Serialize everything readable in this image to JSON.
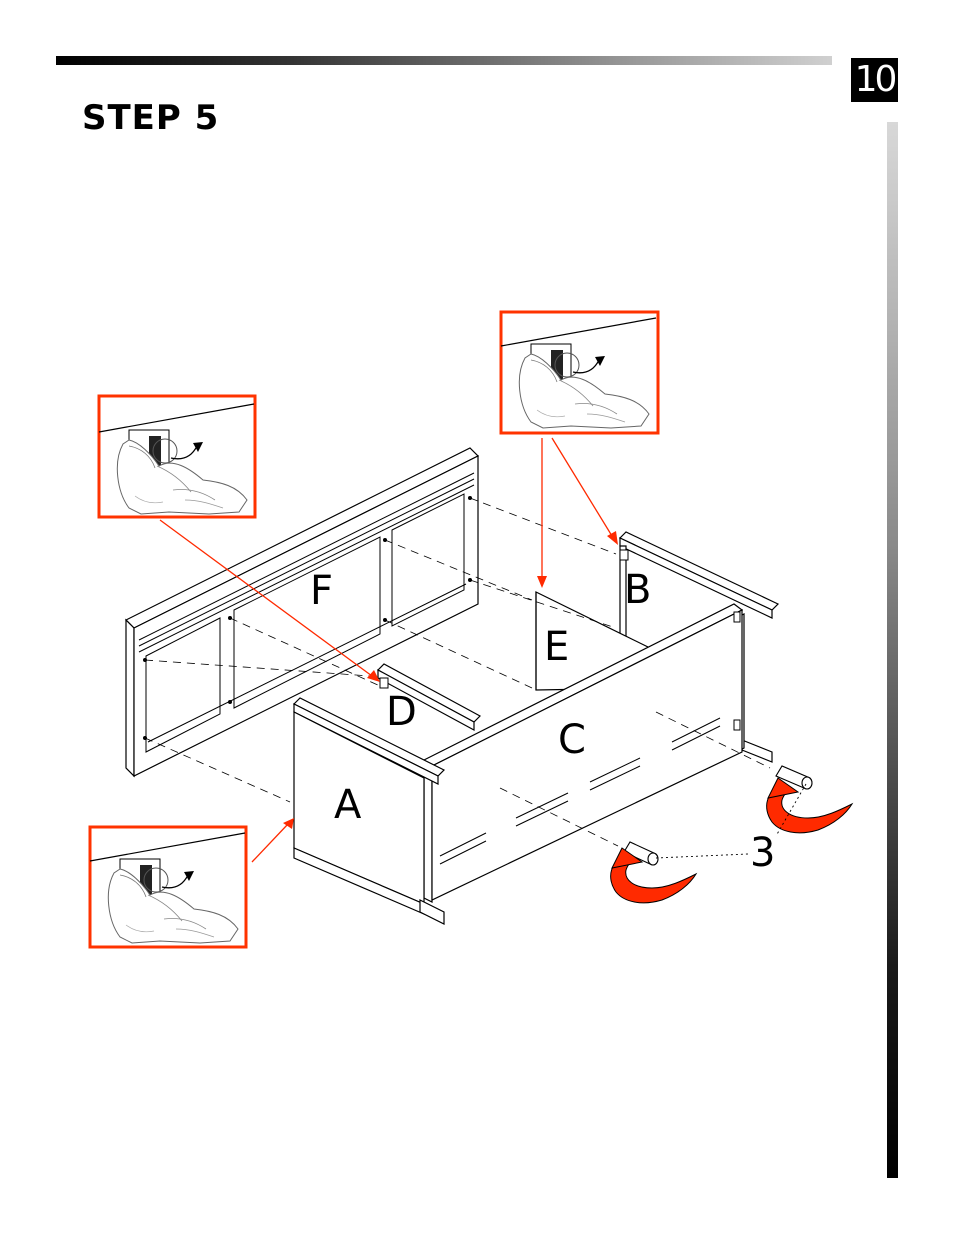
{
  "page": {
    "number": "10",
    "title": "STEP 5"
  },
  "diagram": {
    "accent_color": "#ff3300",
    "part_labels": {
      "a": "A",
      "b": "B",
      "c": "C",
      "d": "D",
      "e": "E",
      "f": "F"
    },
    "hardware_label": "3",
    "insets": [
      {
        "id": "inset-top-right",
        "icon": "cam-lock-hand-icon"
      },
      {
        "id": "inset-upper-left",
        "icon": "cam-lock-hand-icon"
      },
      {
        "id": "inset-lower-left",
        "icon": "cam-lock-hand-icon"
      }
    ]
  }
}
